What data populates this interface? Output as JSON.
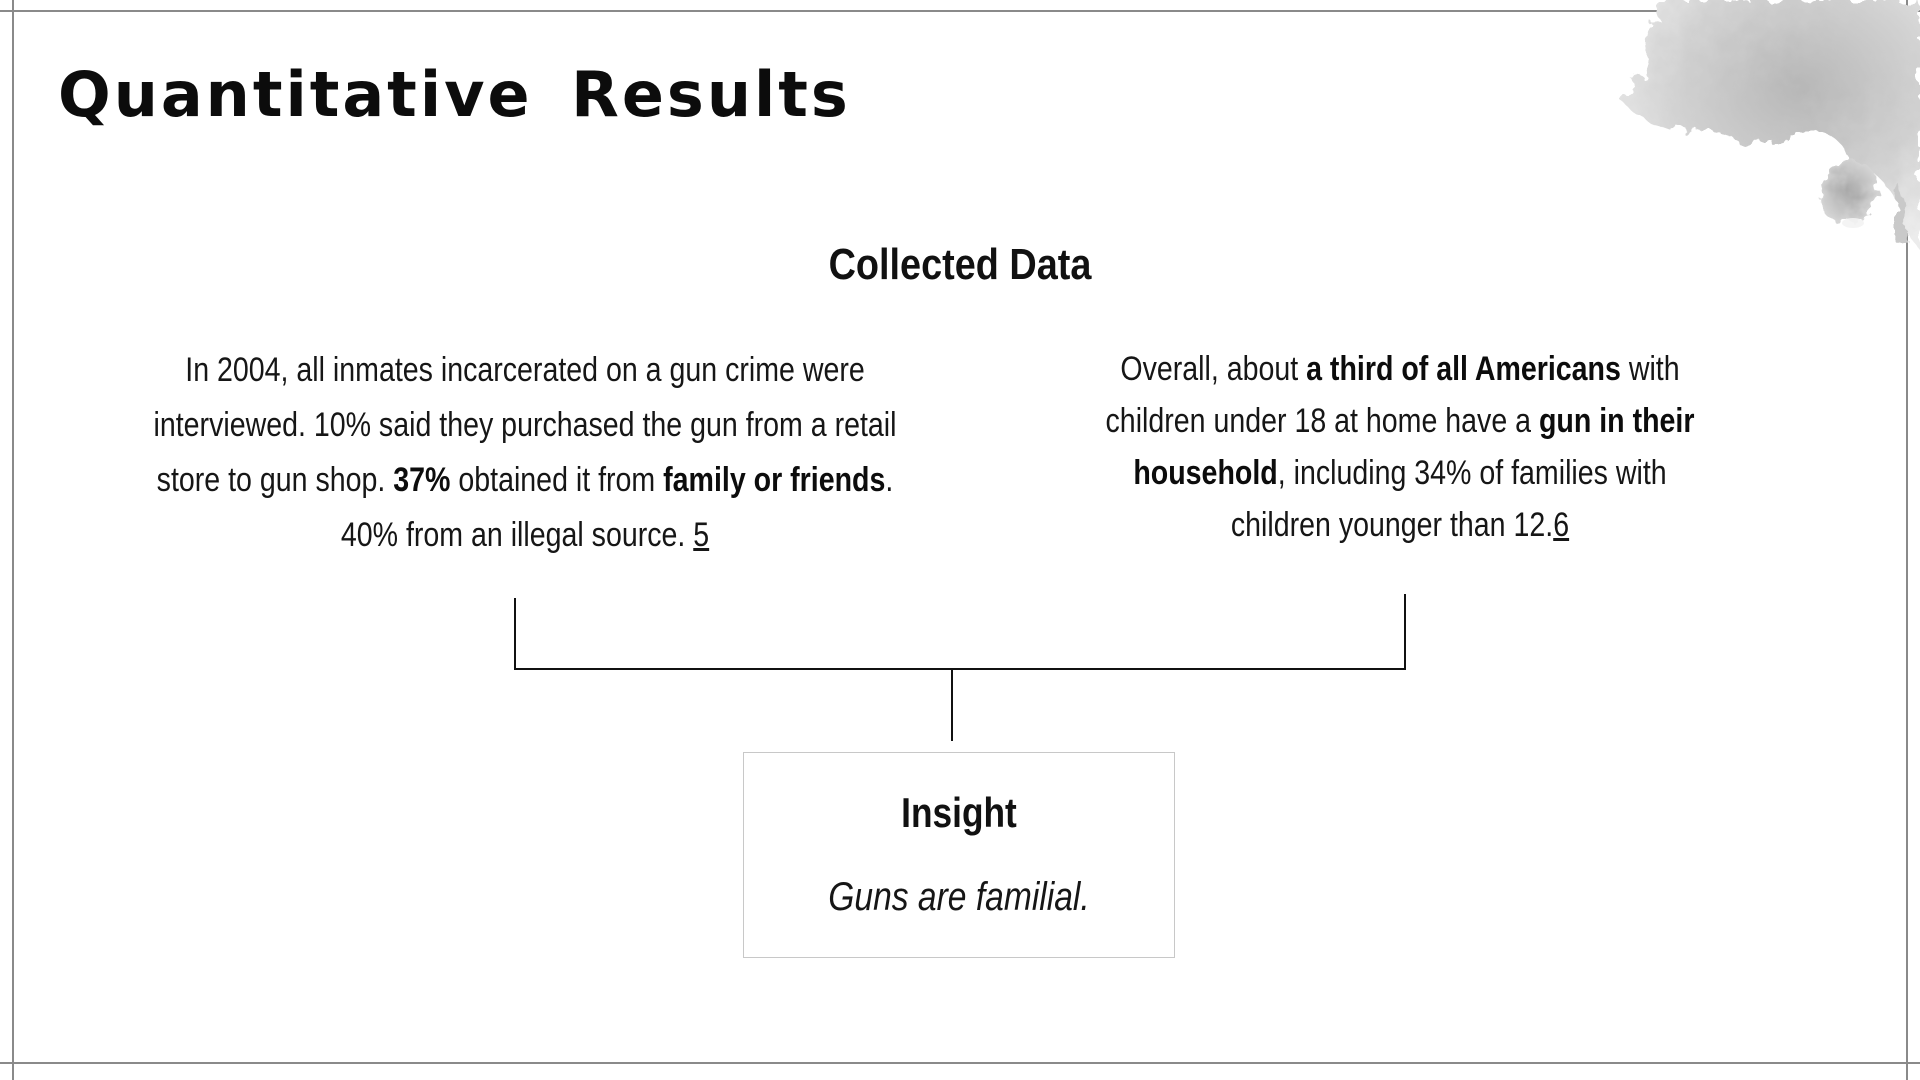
{
  "slide": {
    "title": "Quantitative  Results",
    "section_heading": "Collected Data",
    "left_text": {
      "part1": "In 2004, all inmates incarcerated on a gun crime were interviewed. 10% said they purchased the gun from a retail store to gun shop. ",
      "bold1": "37%",
      "part2": " obtained it from ",
      "bold2": "family or friends",
      "part3": ". 40% from an illegal source. ",
      "ref": "5"
    },
    "right_text": {
      "part1": "Overall, about ",
      "bold1": "a third of all Americans",
      "part2": " with children under 18 at home have a ",
      "bold2": "gun in their household",
      "part3": ", including  34% of families with children younger than 12.",
      "ref": "6"
    },
    "insight": {
      "title": "Insight",
      "text": "Guns are familial."
    }
  },
  "colors": {
    "background": "#ffffff",
    "text": "#111111",
    "frame": "#8a8a8a",
    "box_border": "#c8c8c8",
    "connector": "#111111"
  },
  "icons": {
    "decoration": "ink-splash"
  }
}
